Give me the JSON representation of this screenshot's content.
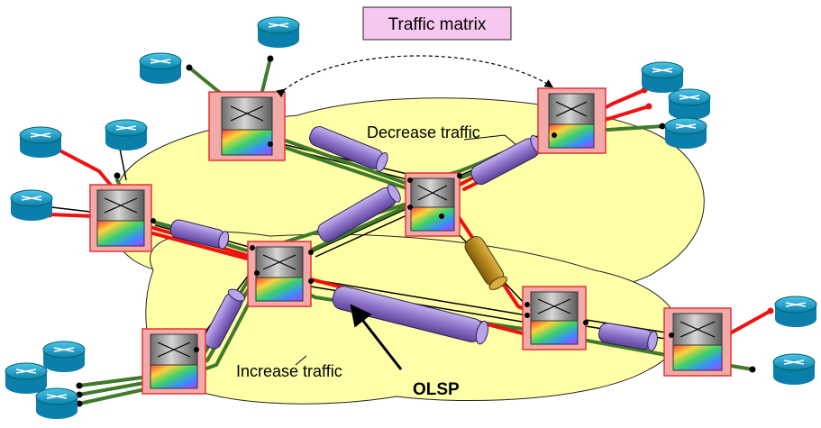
{
  "labels": {
    "traffic_matrix": "Traffic matrix",
    "decrease_traffic": "Decrease traffic",
    "increase_traffic": "Increase traffic",
    "olsp": "OLSP"
  },
  "colors": {
    "cloud_fill": "#ffffa8",
    "pipe_fill": "#9a7fd1",
    "olsp_pipe_fill": "#b88a1c",
    "red_path": "#ee1111",
    "green_path": "#3f7a2a",
    "router_fill": "#1aa9d6",
    "node_border": "#e33333",
    "label_box": "#f7c8ef"
  },
  "icons": {
    "router": "router-icon",
    "optical_switch": "optical-switch-node-icon",
    "fiber_pipe": "fiber-pipe-icon"
  }
}
